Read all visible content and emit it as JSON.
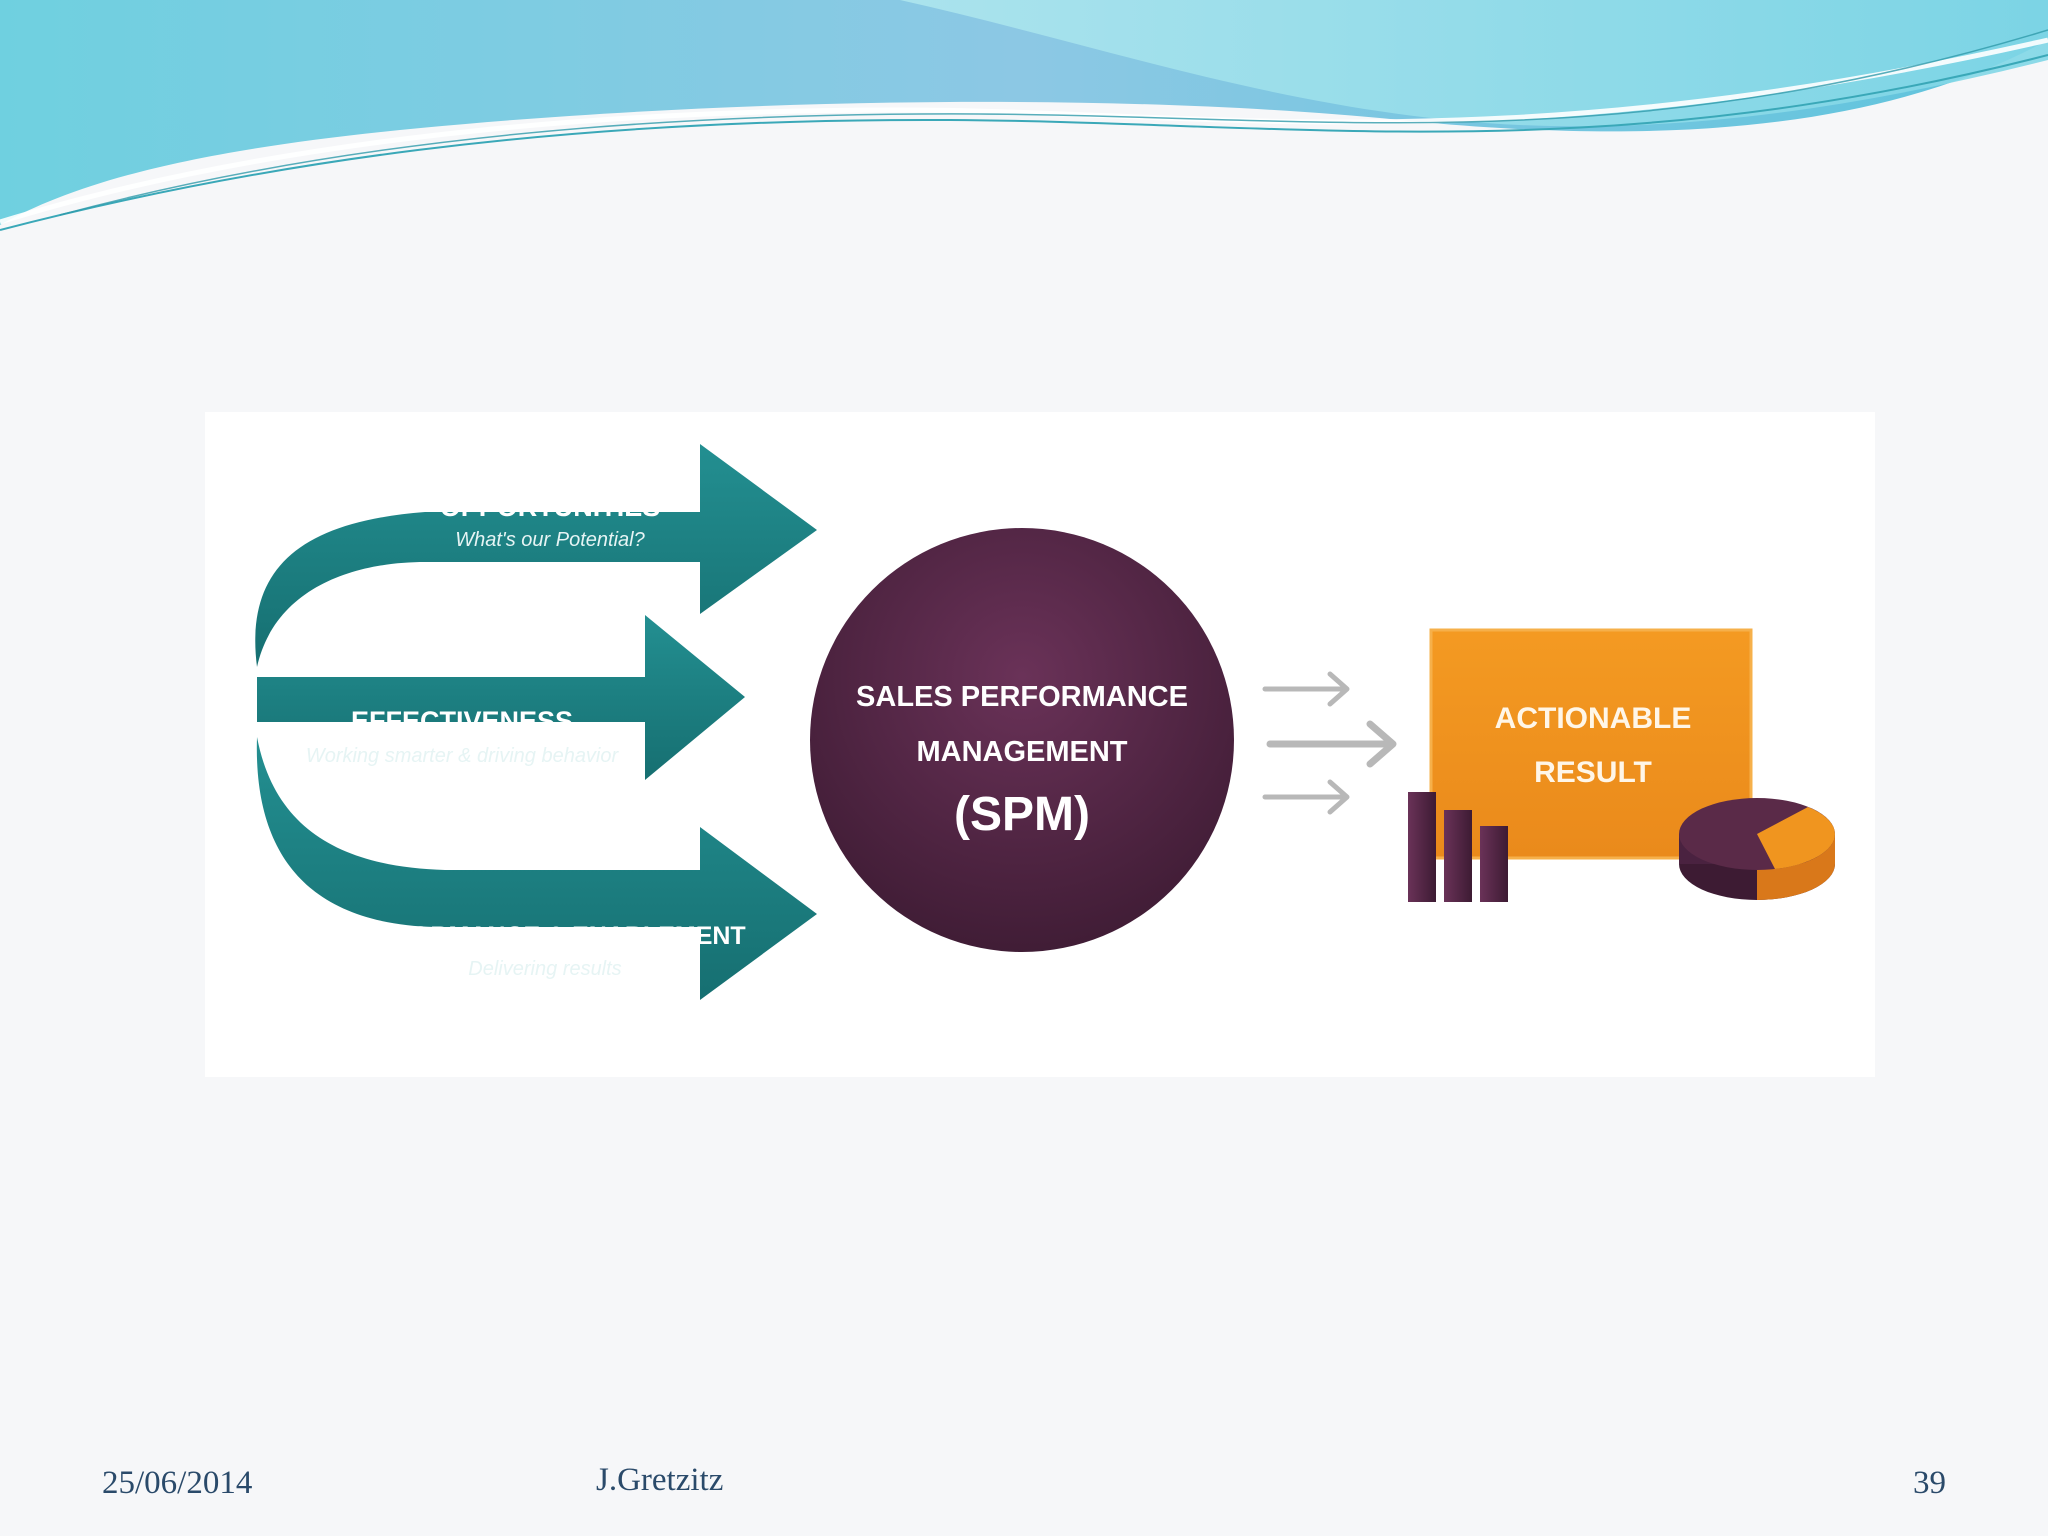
{
  "diagram": {
    "arrows": [
      {
        "title": "OPPORTUNITIES",
        "subtitle": "What's our Potential?"
      },
      {
        "title": "EFFECTIVENESS",
        "subtitle": "Working smarter & driving behavior"
      },
      {
        "title": "PERFORMANCE & ENABLEMENT",
        "subtitle": "Delivering results"
      }
    ],
    "center": {
      "line1": "SALES PERFORMANCE",
      "line2": "MANAGEMENT",
      "line3": "(SPM)"
    },
    "result": {
      "line1": "ACTIONABLE",
      "line2": "RESULT"
    },
    "colors": {
      "teal": "#1f8a8c",
      "teal_dark": "#146a6c",
      "plum": "#5a2a48",
      "plum_dark": "#3a1a30",
      "orange": "#f0951f",
      "orange_dark": "#d9781a",
      "gray_arrow": "#b8b8b8"
    }
  },
  "footer": {
    "date": "25/06/2014",
    "author": "J.Gretzitz",
    "page": "39"
  }
}
